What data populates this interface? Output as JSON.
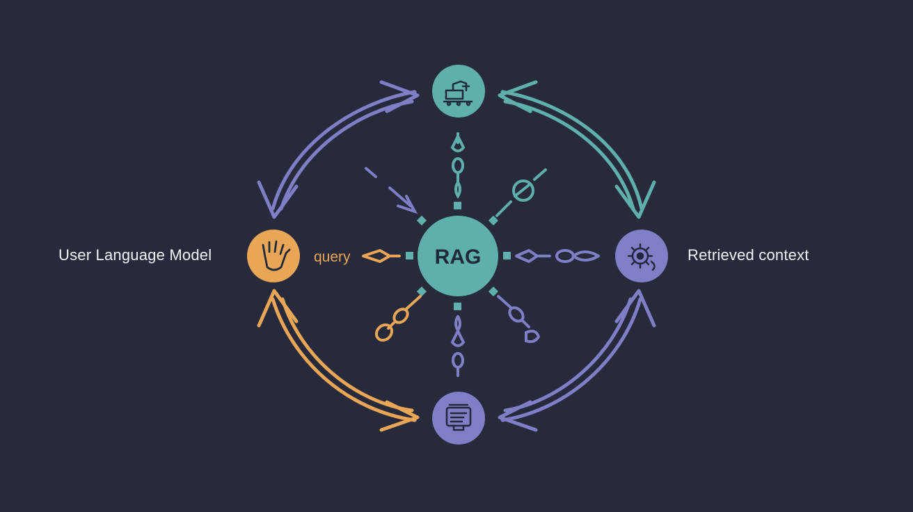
{
  "labels": {
    "left": "User Language Model",
    "right": "Retrieved context",
    "query": "query",
    "hub": "RAG"
  },
  "nodes": {
    "top": {
      "icon": "machinery-icon",
      "color": "#5fb0ac"
    },
    "left": {
      "icon": "hand-icon",
      "color": "#e8a656"
    },
    "right": {
      "icon": "gear-icon",
      "color": "#7f7fc7"
    },
    "bottom": {
      "icon": "document-stack-icon",
      "color": "#7f7fc7"
    }
  },
  "colors": {
    "background": "#262a3b",
    "teal": "#5fb0ac",
    "orange": "#e8a656",
    "purple": "#7f7fc7",
    "hub_text": "#20283a",
    "label_text": "#f2f3f7"
  }
}
